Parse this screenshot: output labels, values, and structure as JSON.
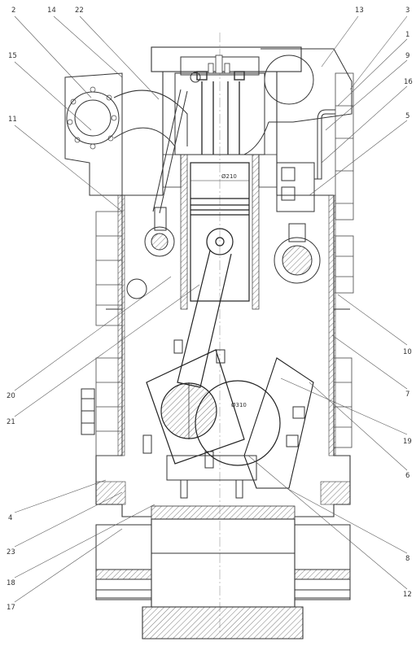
{
  "labels": {
    "l2": "2",
    "l14": "14",
    "l22": "22",
    "l13": "13",
    "l3": "3",
    "l1": "1",
    "l9": "9",
    "l16": "16",
    "l5": "5",
    "l15": "15",
    "l11": "11",
    "l10": "10",
    "l7": "7",
    "l19": "19",
    "l6": "6",
    "l8": "8",
    "l12": "12",
    "l20": "20",
    "l21": "21",
    "l4": "4",
    "l23": "23",
    "l18": "18",
    "l17": "17"
  },
  "dimensions": {
    "bore": "Ø210",
    "crank": "Ø310"
  }
}
